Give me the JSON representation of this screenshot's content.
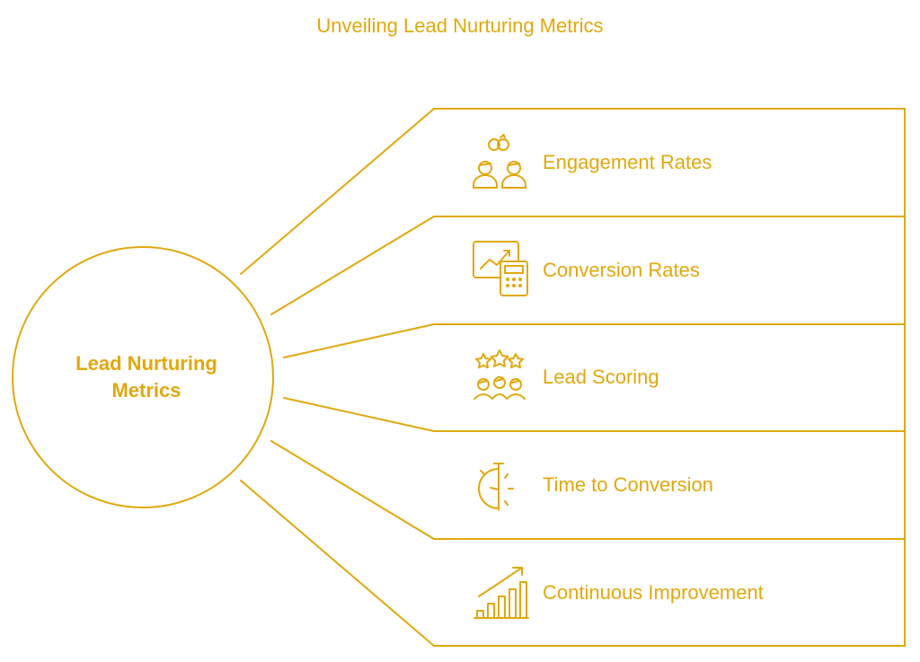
{
  "title": "Unveiling Lead Nurturing Metrics",
  "hub": {
    "label_line1": "Lead Nurturing",
    "label_line2": "Metrics"
  },
  "metrics": [
    {
      "label": "Engagement Rates",
      "icon": "people-link-icon"
    },
    {
      "label": "Conversion Rates",
      "icon": "chart-calculator-icon"
    },
    {
      "label": "Lead Scoring",
      "icon": "stars-people-icon"
    },
    {
      "label": "Time to Conversion",
      "icon": "stopwatch-icon"
    },
    {
      "label": "Continuous Improvement",
      "icon": "growth-chart-icon"
    }
  ],
  "colors": {
    "accent": "#E1A80E"
  }
}
